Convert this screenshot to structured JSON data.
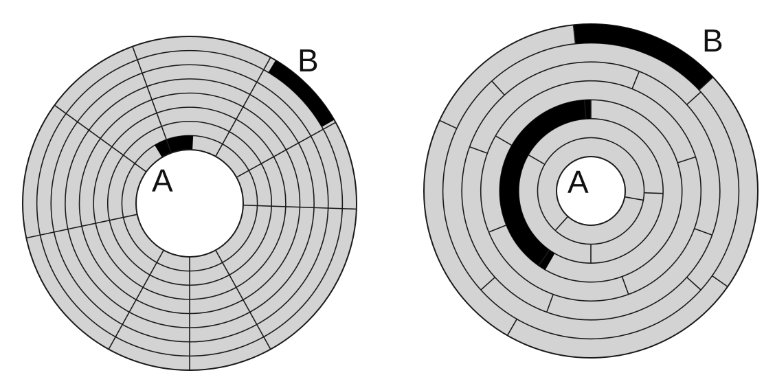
{
  "left_disk": {
    "label_a": "A",
    "label_b": "B"
  },
  "right_disk": {
    "label_a": "A",
    "label_b": "B"
  },
  "colors": {
    "sector_fill": "#d3d3d3",
    "highlight_fill": "#000000",
    "line": "#1a1a1a",
    "background": "#ffffff"
  }
}
